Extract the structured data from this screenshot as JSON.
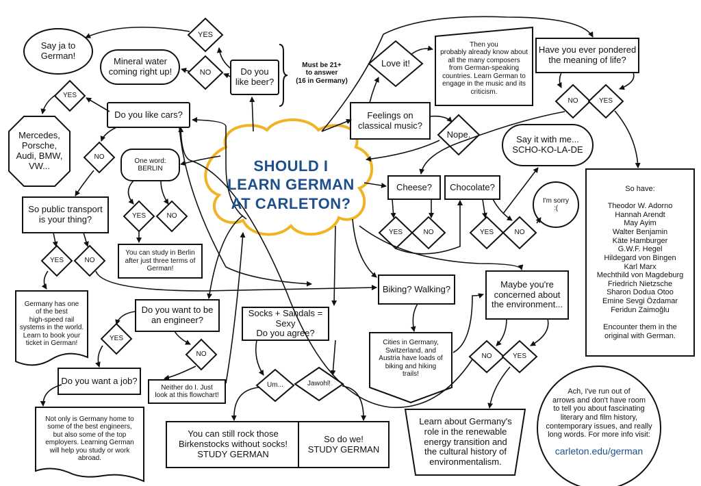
{
  "title": "SHOULD I\nLEARN GERMAN\nAT CARLETON?",
  "beer": {
    "question": "Do you\nlike beer?",
    "yes": "YES",
    "no": "NO",
    "yes_result": "Say ja to\nGerman!",
    "no_result": "Mineral water\ncoming right up!",
    "note": "Must be 21+\nto answer\n(16 in Germany)"
  },
  "cars": {
    "question": "Do you like cars?",
    "yes": "YES",
    "no": "NO",
    "yes_result": "Mercedes,\nPorsche,\nAudi, BMW,\nVW..."
  },
  "berlin": {
    "prompt": "One word:\nBERLIN",
    "yes": "YES",
    "no": "NO",
    "result": "You can study in Berlin\nafter just three terms of\nGerman!"
  },
  "transport": {
    "question": "So public transport\nis your thing?",
    "yes": "YES",
    "no": "NO",
    "result": "Germany has one\nof the best\nhigh-speed rail\nsystems in the world.\nLearn to book your\nticket in German!"
  },
  "engineer": {
    "question": "Do you want to be\nan engineer?",
    "yes": "YES",
    "no": "NO",
    "no_result": "Neither do I. Just\nlook at this flowchart!"
  },
  "job": {
    "question": "Do you want a job?",
    "result": "Not only is Germany home to\nsome of the best engineers,\nbut also some of the top\nemployers. Learning German\nwill help you study or work\nabroad."
  },
  "socks": {
    "question": "Socks + Sandals = Sexy\nDo you agree?",
    "um": "Um...",
    "jawohl": "Jawohl!",
    "um_result": "You can still rock those\nBirkenstocks without socks!\nSTUDY GERMAN",
    "jawohl_result": "So do we!\nSTUDY GERMAN"
  },
  "music": {
    "question": "Feelings on\nclassical music?",
    "love": "Love it!",
    "nope": "Nope.",
    "love_result": "Then you\nprobably already know about\nall the many composers\nfrom German-speaking\ncountries. Learn German to\nengage in the music and its\ncriticism."
  },
  "life": {
    "question": "Have you ever pondered\nthe meaning of life?",
    "no": "NO",
    "yes": "YES",
    "result": "So have:\n\nTheodor W. Adorno\nHannah Arendt\nMay Ayim\nWalter Benjamin\nKäte Hamburger\nG.W.F. Hegel\nHildegard von Bingen\nKarl Marx\nMechthild von Magdeburg\nFriedrich Nietzsche\nSharon Dodua Otoo\nEmine Sevgi Özdamar\nFeridun Zaimoğlu\n\nEncounter them in the\noriginal with German."
  },
  "food": {
    "cheese": "Cheese?",
    "chocolate": "Chocolate?",
    "yes": "YES",
    "no": "NO",
    "say_it": "Say it with me...\nSCHO-KO-LA-DE",
    "sorry": "I'm sorry\n:("
  },
  "biking": {
    "question": "Biking? Walking?",
    "result": "Cities in Germany,\nSwitzerland, and\nAustria have loads of\nbiking and hiking\ntrails!"
  },
  "environment": {
    "question": "Maybe you're\nconcerned about\nthe environment...",
    "no": "NO",
    "yes": "YES",
    "result": "Learn about Germany's\nrole in the renewable\nenergy transition and\nthe cultural history of\nenvironmentalism."
  },
  "footer": {
    "text": "Ach, I've run out of\narrows and don't have room\nto tell you about fascinating\nliterary and film history,\ncontemporary issues, and really\nlong words. For more info visit:",
    "link": "carleton.edu/german"
  },
  "colors": {
    "title": "#1d4f8c",
    "cloud_border": "#f0b323",
    "stroke": "#111111"
  }
}
